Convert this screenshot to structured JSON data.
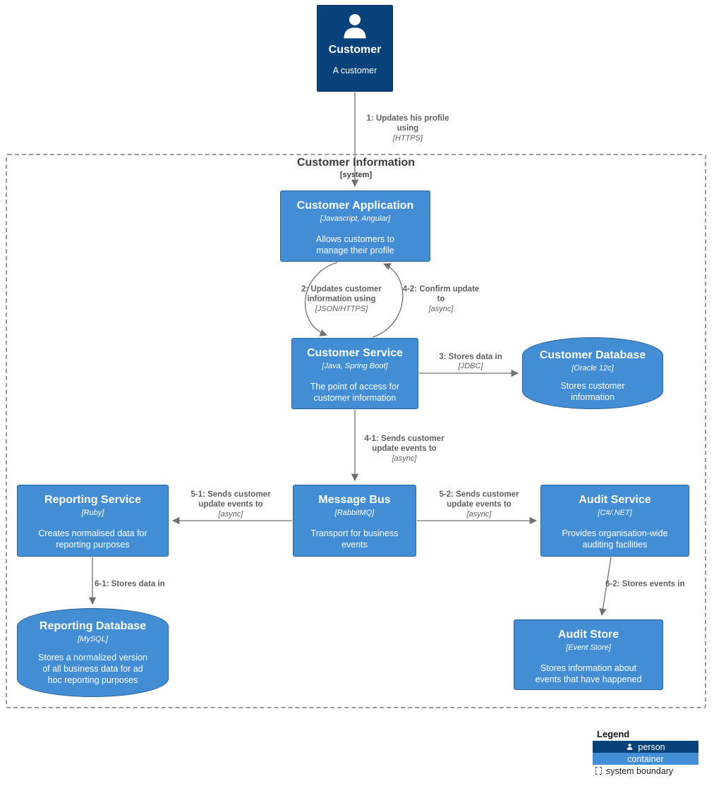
{
  "colors": {
    "person": "#08427B",
    "container": "#438DD5",
    "edge": "#707070"
  },
  "boundary": {
    "title": "Customer Information",
    "subtitle": "[system]"
  },
  "nodes": {
    "customer": {
      "title": "Customer",
      "description": "A customer"
    },
    "customer_application": {
      "title": "Customer Application",
      "tech": "[Javascript, Angular]",
      "description": "Allows customers to\nmanage their profile"
    },
    "customer_service": {
      "title": "Customer Service",
      "tech": "[Java, Spring Boot]",
      "description": "The point of access for\ncustomer information"
    },
    "customer_database": {
      "title": "Customer Database",
      "tech": "[Oracle 12c]",
      "description": "Stores customer\ninformation"
    },
    "reporting_service": {
      "title": "Reporting Service",
      "tech": "[Ruby]",
      "description": "Creates normalised data for\nreporting purposes"
    },
    "message_bus": {
      "title": "Message Bus",
      "tech": "[RabbitMQ]",
      "description": "Transport for business\nevents"
    },
    "audit_service": {
      "title": "Audit Service",
      "tech": "[C#/.NET]",
      "description": "Provides organisation-wide\nauditing facilities"
    },
    "reporting_database": {
      "title": "Reporting Database",
      "tech": "[MySQL]",
      "description": "Stores a normalized version\nof all business data for ad\nhoc reporting purposes"
    },
    "audit_store": {
      "title": "Audit Store",
      "tech": "[Event Store]",
      "description": "Stores information about\nevents that have happened"
    }
  },
  "edges": {
    "e1": {
      "label": "1: Updates his profile\nusing",
      "tech": "[HTTPS]"
    },
    "e2": {
      "label": "2: Updates customer\ninformation using",
      "tech": "[JSON/HTTPS]"
    },
    "e3": {
      "label": "3: Stores data in",
      "tech": "[JDBC]"
    },
    "e41": {
      "label": "4-1: Sends customer\nupdate events to",
      "tech": "[async]"
    },
    "e42": {
      "label": "4-2: Confirm update\nto",
      "tech": "[async]"
    },
    "e51": {
      "label": "5-1: Sends customer\nupdate events to",
      "tech": "[async]"
    },
    "e52": {
      "label": "5-2: Sends customer\nupdate events to",
      "tech": "[async]"
    },
    "e61": {
      "label": "6-1: Stores data in"
    },
    "e62": {
      "label": "6-2: Stores events in"
    }
  },
  "legend": {
    "title": "Legend",
    "person": "person",
    "container": "container",
    "boundary": "system boundary"
  }
}
